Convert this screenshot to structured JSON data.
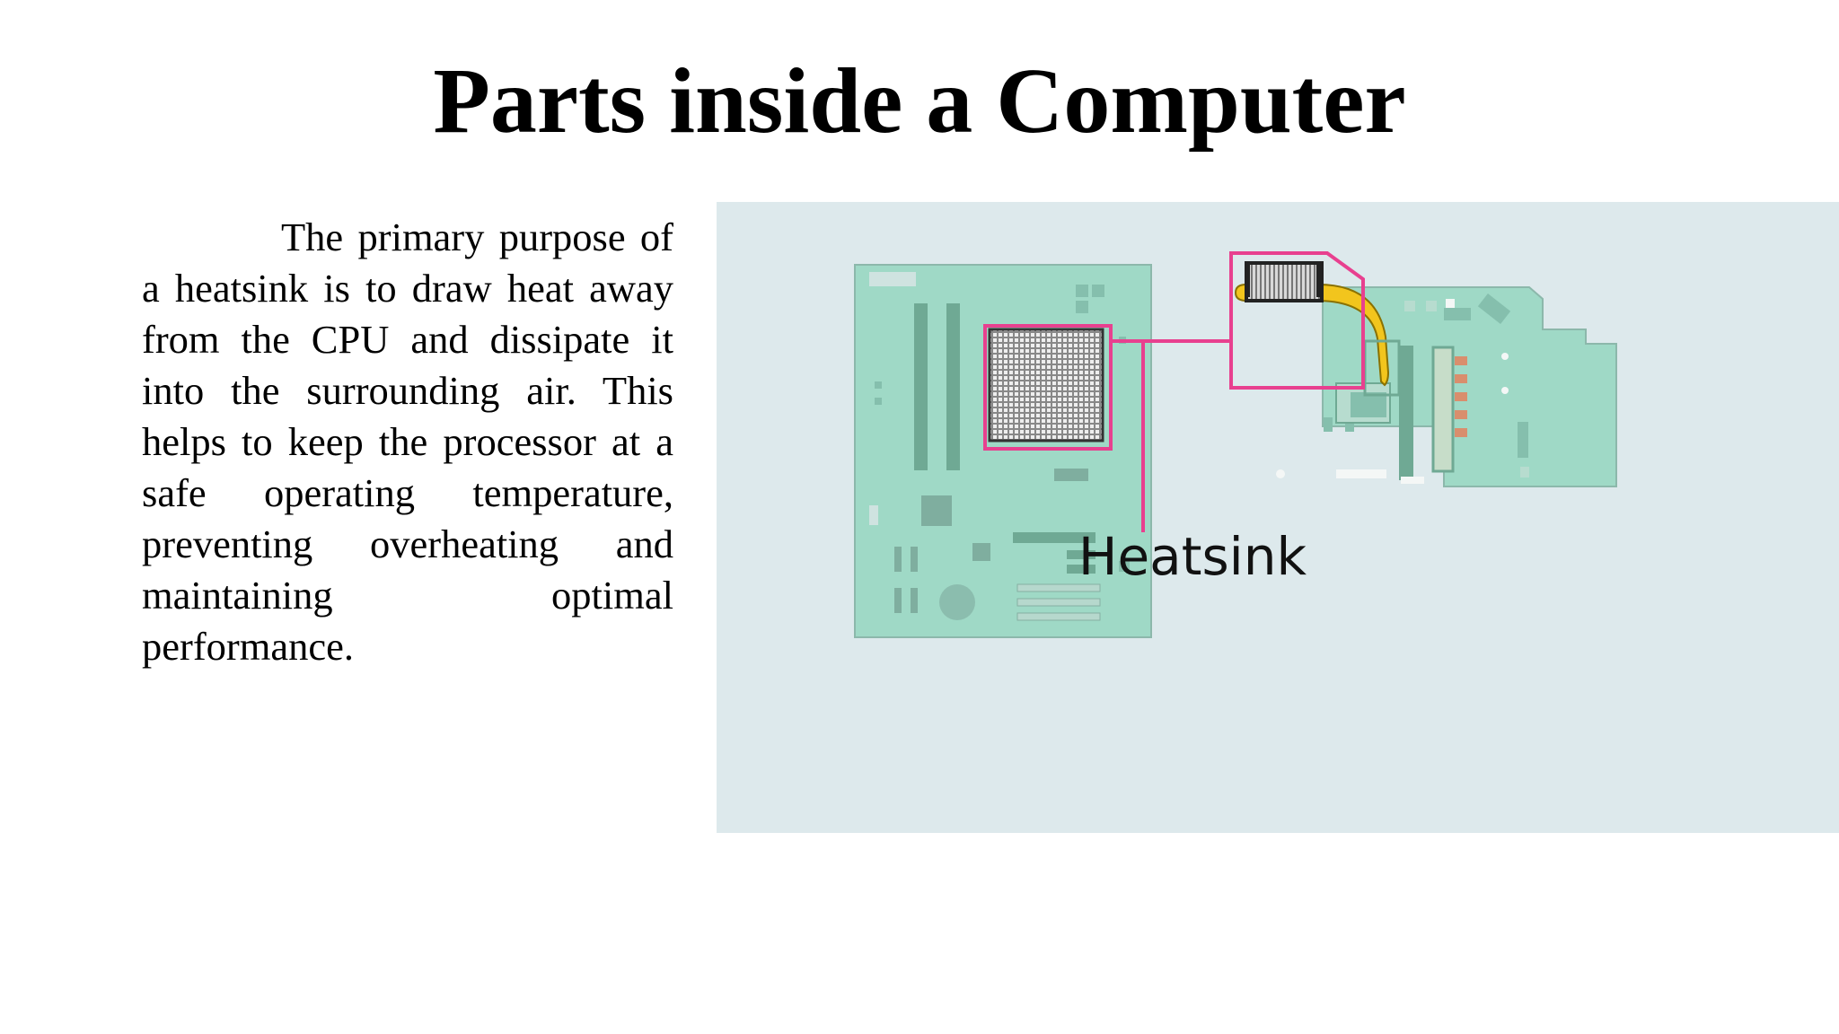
{
  "slide": {
    "title": "Parts inside a Computer",
    "body": "The primary purpose of a heatsink is to draw heat away from the CPU and dissipate it into the surrounding air. This helps to keep the processor at a safe operating temperature, preventing overheating and maintaining optimal performance."
  },
  "figure": {
    "callout_label": "Heatsink",
    "colors": {
      "background": "#dde9ec",
      "board": "#9fd9c6",
      "highlight": "#e8408f",
      "heatpipe": "#f2c51d"
    }
  }
}
